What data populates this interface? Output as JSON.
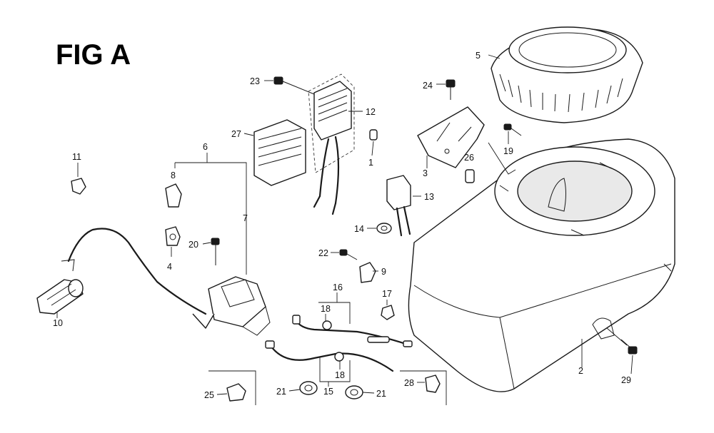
{
  "figure": {
    "title": "FIG A"
  },
  "parts": {
    "p1": "1",
    "p2": "2",
    "p3": "3",
    "p4": "4",
    "p5": "5",
    "p6": "6",
    "p7": "7",
    "p8": "8",
    "p9": "9",
    "p10": "10",
    "p11": "11",
    "p12": "12",
    "p13": "13",
    "p14": "14",
    "p15": "15",
    "p16": "16",
    "p17": "17",
    "p18a": "18",
    "p18b": "18",
    "p19": "19",
    "p20": "20",
    "p21a": "21",
    "p21b": "21",
    "p22": "22",
    "p23": "23",
    "p24": "24",
    "p25": "25",
    "p26": "26",
    "p27": "27",
    "p28": "28",
    "p29": "29"
  }
}
